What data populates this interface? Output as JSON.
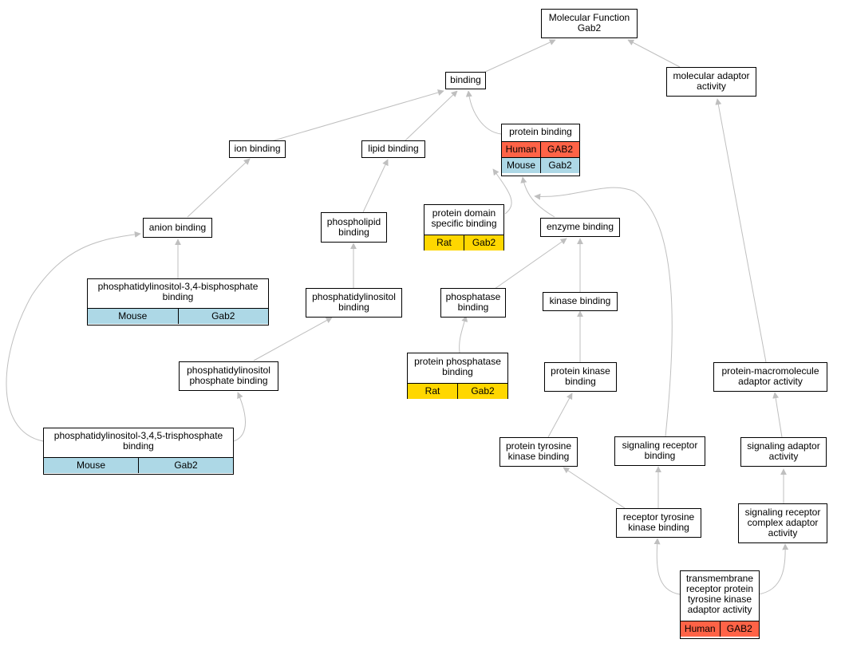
{
  "colors": {
    "edge": "#bfbfbf",
    "human": "#ff6347",
    "mouse": "#add8e6",
    "rat": "#ffd700"
  },
  "nodes": {
    "mf": {
      "label": "Molecular Function\nGab2"
    },
    "binding": {
      "label": "binding"
    },
    "adaptor": {
      "label": "molecular adaptor\nactivity"
    },
    "ion": {
      "label": "ion binding"
    },
    "lipid": {
      "label": "lipid binding"
    },
    "protein": {
      "label": "protein binding",
      "rows": [
        [
          "Human",
          "GAB2"
        ],
        [
          "Mouse",
          "Gab2"
        ]
      ]
    },
    "anion": {
      "label": "anion binding"
    },
    "phospholipid": {
      "label": "phospholipid\nbinding"
    },
    "domain": {
      "label": "protein domain\nspecific binding",
      "rows": [
        [
          "Rat",
          "Gab2"
        ]
      ]
    },
    "enzyme": {
      "label": "enzyme binding"
    },
    "pi34": {
      "label": "phosphatidylinositol-3,4-bisphosphate\nbinding",
      "rows": [
        [
          "Mouse",
          "Gab2"
        ]
      ]
    },
    "pi": {
      "label": "phosphatidylinositol\nbinding"
    },
    "phosphatase": {
      "label": "phosphatase\nbinding"
    },
    "kinase": {
      "label": "kinase binding"
    },
    "pip": {
      "label": "phosphatidylinositol\nphosphate binding"
    },
    "ppbinding": {
      "label": "protein phosphatase\nbinding",
      "rows": [
        [
          "Rat",
          "Gab2"
        ]
      ]
    },
    "pkinase": {
      "label": "protein kinase\nbinding"
    },
    "macro": {
      "label": "protein-macromolecule\nadaptor activity"
    },
    "pi345": {
      "label": "phosphatidylinositol-3,4,5-trisphosphate\nbinding",
      "rows": [
        [
          "Mouse",
          "Gab2"
        ]
      ]
    },
    "ptk": {
      "label": "protein tyrosine\nkinase binding"
    },
    "sigrec": {
      "label": "signaling receptor\nbinding"
    },
    "sigadapt": {
      "label": "signaling adaptor\nactivity"
    },
    "rtk": {
      "label": "receptor tyrosine\nkinase binding"
    },
    "sigcomplex": {
      "label": "signaling receptor\ncomplex adaptor\nactivity"
    },
    "tm": {
      "label": "transmembrane\nreceptor protein\ntyrosine kinase\nadaptor activity",
      "rows": [
        [
          "Human",
          "GAB2"
        ]
      ]
    }
  }
}
